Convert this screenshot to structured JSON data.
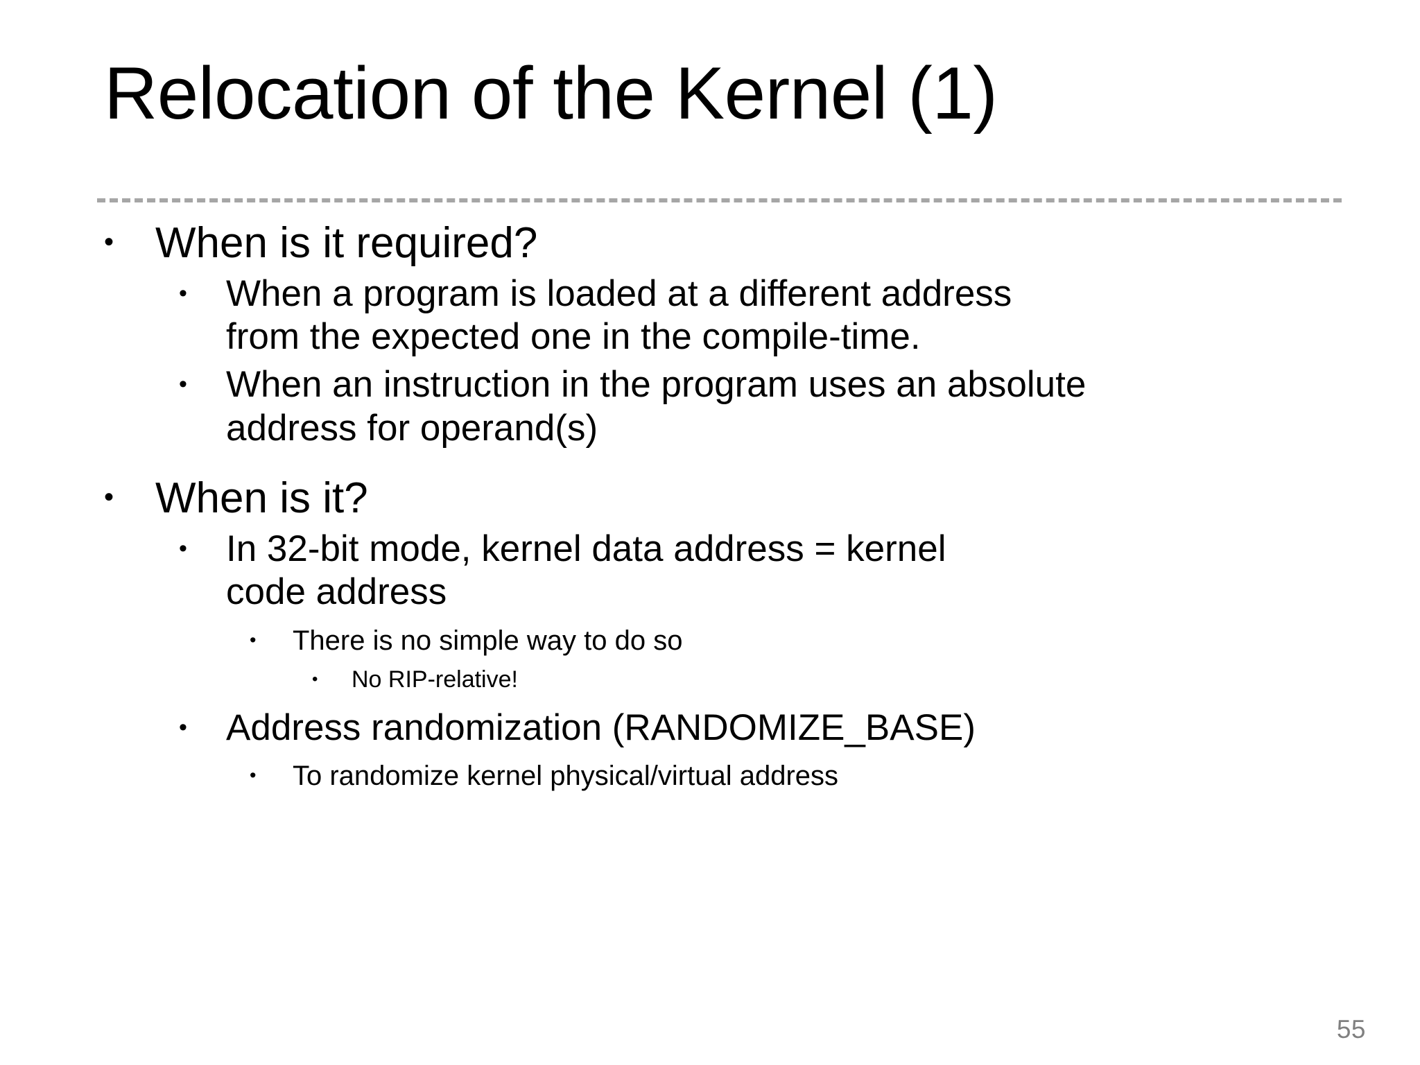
{
  "slide": {
    "title": "Relocation of the Kernel (1)",
    "page_number": "55",
    "rule_color": "#a6a6a6",
    "page_number_color": "#808080",
    "text_color": "#000000",
    "background_color": "#ffffff",
    "bullet_glyph": "•"
  },
  "content": [
    {
      "level": 1,
      "text": "When is it required?"
    },
    {
      "level": 2,
      "text": "When a program is loaded at a different address from the expected one in the compile-time."
    },
    {
      "level": 2,
      "text": "When an instruction in the program uses an absolute address for operand(s)"
    },
    {
      "level": 1,
      "text": "When is it?"
    },
    {
      "level": 2,
      "text": "In 32-bit mode, kernel data address = kernel code address"
    },
    {
      "level": 3,
      "text": "There is no simple way to do so"
    },
    {
      "level": 4,
      "text": "No RIP-relative!"
    },
    {
      "level": 2,
      "text": "Address randomization (RANDOMIZE_BASE)"
    },
    {
      "level": 3,
      "text": "To randomize kernel physical/virtual address"
    }
  ]
}
